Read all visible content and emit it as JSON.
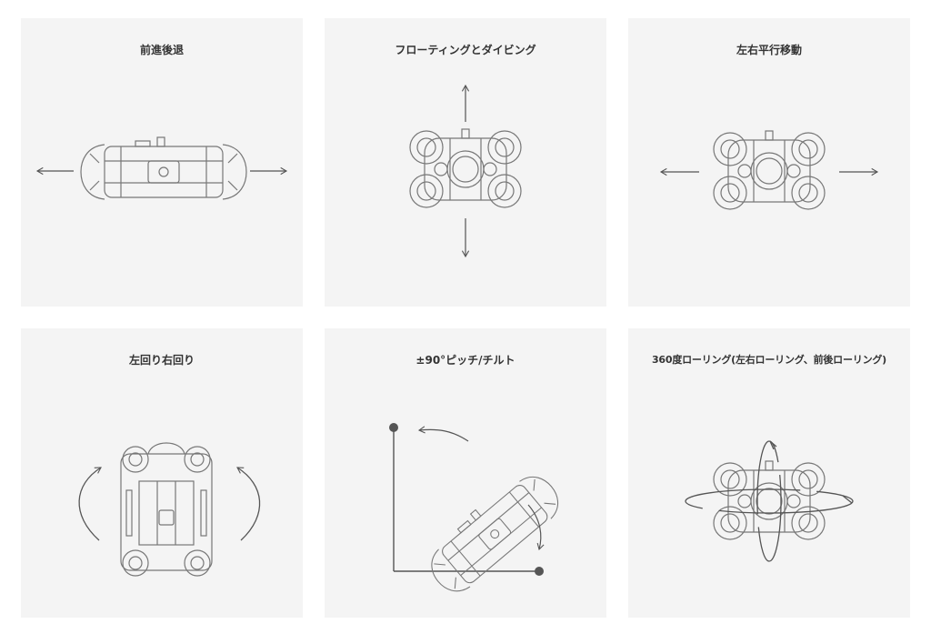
{
  "cards": [
    {
      "title": "前進後退"
    },
    {
      "title": "フローティングとダイビング"
    },
    {
      "title": "左右平行移動"
    },
    {
      "title": "左回り右回り"
    },
    {
      "title": "±90°ピッチ/チルト"
    },
    {
      "title": "360度ローリング(左右ローリング、前後ローリング)"
    }
  ]
}
